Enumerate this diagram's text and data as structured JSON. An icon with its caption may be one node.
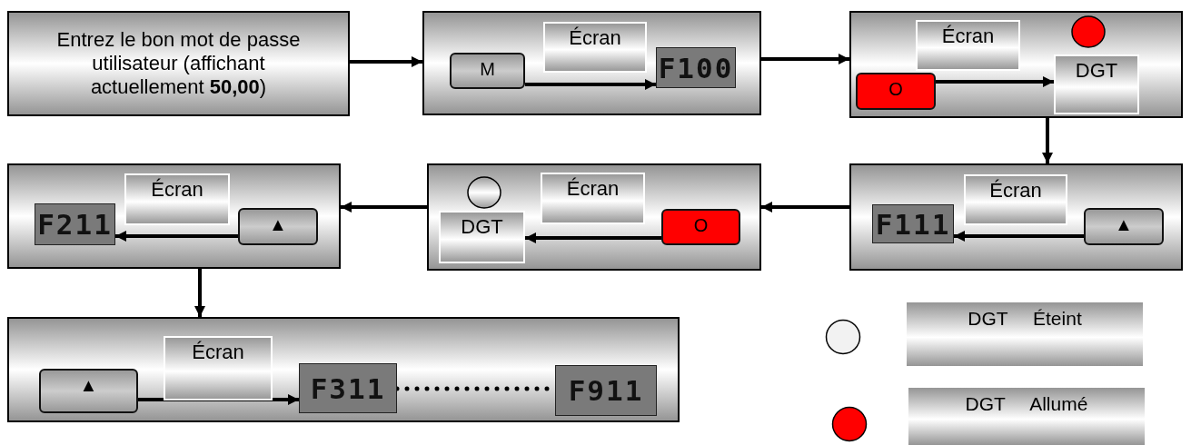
{
  "diagram": {
    "nodes": [
      {
        "text": [
          "Entrez le bon mot de passe utilisateur (affichant actuellement **50,00**)"
        ]
      },
      {
        "text": [],
        "shape": "box"
      },
      {
        "text": [
          "M"
        ],
        "in": 1
      },
      {
        "text": [
          "Écran"
        ],
        "in": 1
      },
      {
        "text": [
          "F100"
        ],
        "in": 1
      },
      {
        "text": [],
        "shape": "box"
      },
      {
        "text": [
          "Écran"
        ],
        "in": 5
      },
      {
        "text": [
          "O"
        ],
        "in": 5
      },
      {
        "text": [
          "DGT"
        ],
        "in": 5
      },
      {
        "text": [],
        "shape": "box"
      },
      {
        "text": [
          "Écran"
        ],
        "in": 9
      },
      {
        "text": [
          "F111"
        ],
        "in": 9
      },
      {
        "text": [
          "▲"
        ],
        "in": 9
      },
      {
        "text": [],
        "shape": "box"
      },
      {
        "text": [
          "Écran"
        ],
        "in": 13
      },
      {
        "text": [
          "DGT"
        ],
        "in": 13
      },
      {
        "text": [
          "O"
        ],
        "in": 13
      },
      {
        "text": [],
        "shape": "box"
      },
      {
        "text": [
          "Écran"
        ],
        "in": 17
      },
      {
        "text": [
          "F211"
        ],
        "in": 17
      },
      {
        "text": [
          "▲"
        ],
        "in": 17
      },
      {
        "text": [],
        "shape": "box"
      },
      {
        "text": [
          "▲"
        ],
        "in": 21
      },
      {
        "text": [
          "Écran"
        ],
        "in": 21
      },
      {
        "text": [
          "F311"
        ],
        "in": 21
      },
      {
        "text": [
          "F911"
        ],
        "in": 21
      }
    ],
    "edges": [
      {
        "from": 0,
        "to": 1,
        "arrow": "to"
      },
      {
        "from": 2,
        "to": 4,
        "arrow": "to"
      },
      {
        "from": 1,
        "to": 5,
        "arrow": "to"
      },
      {
        "from": 7,
        "to": 8,
        "arrow": "to"
      },
      {
        "from": 5,
        "to": 9,
        "arrow": "to"
      },
      {
        "from": 12,
        "to": 11,
        "arrow": "to"
      },
      {
        "from": 9,
        "to": 13,
        "arrow": "to"
      },
      {
        "from": 16,
        "to": 15,
        "arrow": "to"
      },
      {
        "from": 13,
        "to": 17,
        "arrow": "to"
      },
      {
        "from": 20,
        "to": 19,
        "arrow": "to"
      },
      {
        "from": 17,
        "to": 21,
        "arrow": "to"
      },
      {
        "from": 22,
        "to": 24,
        "arrow": "to"
      },
      {
        "from": 24,
        "to": 25,
        "arrow": "none",
        "style": "dashed"
      }
    ],
    "legend": [
      {
        "text": "DGT Éteint",
        "color": "#f2f2f2"
      },
      {
        "text": "DGT Allumé",
        "color": "#ff0000"
      }
    ]
  }
}
